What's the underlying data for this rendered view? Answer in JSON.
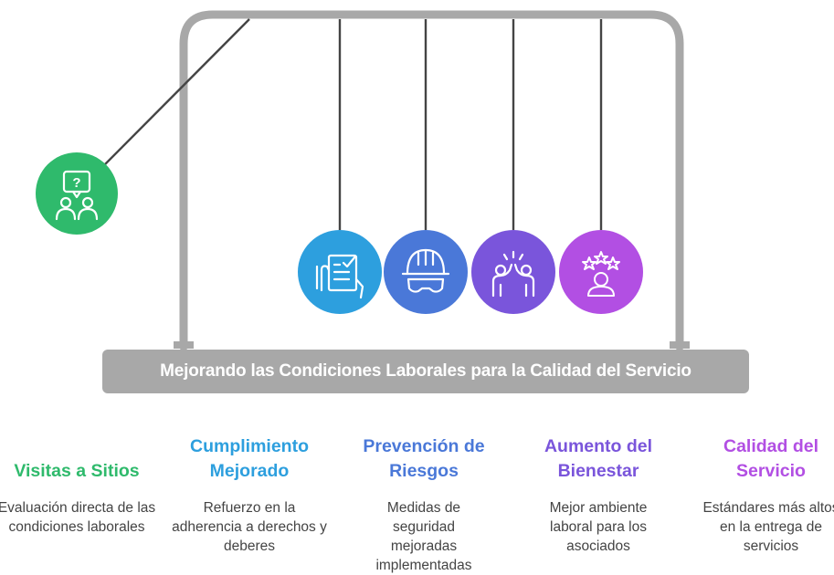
{
  "diagram": {
    "title": "Mejorando las Condiciones Laborales para la Calidad del Servicio",
    "items": [
      {
        "title": "Visitas a Sitios",
        "description": "Evaluación directa de las condiciones laborales",
        "color": "#2fba6c",
        "icon": "question-people-icon"
      },
      {
        "title": "Cumplimiento Mejorado",
        "description": "Refuerzo en la adherencia a derechos y deberes",
        "color": "#2d9fde",
        "icon": "checklist-hand-icon"
      },
      {
        "title": "Prevención de Riesgos",
        "description": "Medidas de seguridad mejoradas implementadas",
        "color": "#4a78d8",
        "icon": "hardhat-goggles-icon"
      },
      {
        "title": "Aumento del Bienestar",
        "description": "Mejor ambiente laboral para los asociados",
        "color": "#7a55db",
        "icon": "high-five-icon"
      },
      {
        "title": "Calidad del Servicio",
        "description": "Estándares más altos en la entrega de servicios",
        "color": "#b24fe3",
        "icon": "stars-person-icon"
      }
    ],
    "frame_color": "#a8a8a8"
  }
}
